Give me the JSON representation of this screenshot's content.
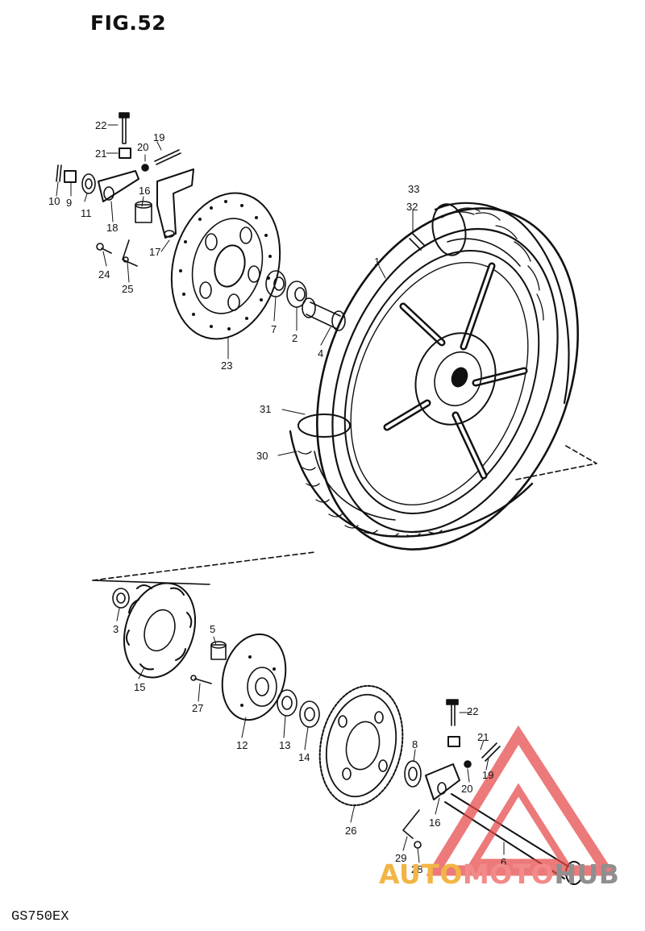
{
  "figure": {
    "title": "FIG.52",
    "model_code": "GS750EX"
  },
  "watermark": {
    "part1": "AUTO",
    "part2": "MOTO",
    "part3": "HUB",
    "colors": {
      "auto": "#f2b545",
      "moto": "#f28a8a",
      "hub": "#8f8f8f",
      "triangle": "#e64848"
    }
  },
  "callouts": {
    "c1": "1",
    "c2": "2",
    "c3": "3",
    "c4": "4",
    "c5": "5",
    "c6": "6",
    "c7": "7",
    "c8": "8",
    "c9": "9",
    "c10": "10",
    "c11": "11",
    "c12": "12",
    "c13": "13",
    "c14": "14",
    "c15": "15",
    "c16a": "16",
    "c16b": "16",
    "c17": "17",
    "c18": "18",
    "c19a": "19",
    "c19b": "19",
    "c20a": "20",
    "c20b": "20",
    "c21a": "21",
    "c21b": "21",
    "c22a": "22",
    "c22b": "22",
    "c23": "23",
    "c24": "24",
    "c25": "25",
    "c26": "26",
    "c27": "27",
    "c28": "28",
    "c29": "29",
    "c30": "30",
    "c31": "31",
    "c32": "32",
    "c33": "33"
  }
}
